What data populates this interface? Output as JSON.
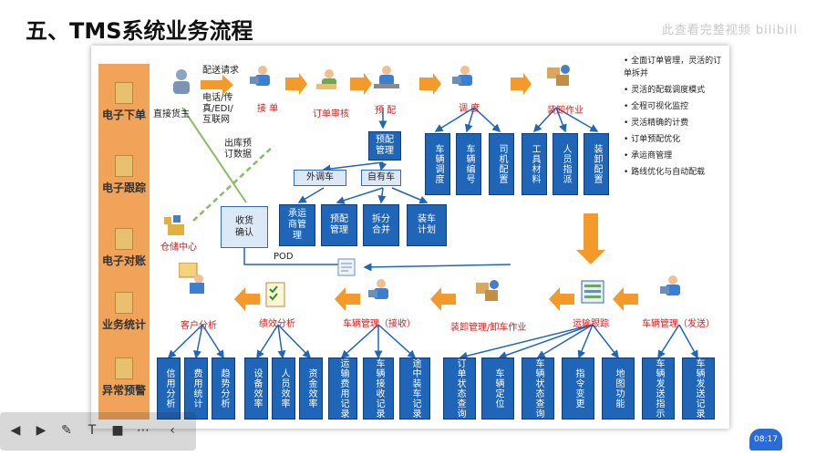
{
  "title": "五、TMS系统业务流程",
  "watermark": "此查看完整视频 bilibili",
  "left_bar": [
    "电子下单",
    "电子跟踪",
    "电子对账",
    "业务统计",
    "异常预警"
  ],
  "top_flow": {
    "direct_shipper": "直接货主",
    "dispatch_request": "配送请求",
    "channels": [
      "电话/传",
      "真/EDI/",
      "互联网"
    ],
    "receive_order": "接 单",
    "order_review": "订单审核",
    "pre_assign": "预 配",
    "dispatch": "调 度",
    "loading_ops": "装卸作业",
    "outbound_forecast": [
      "出库预",
      "订数据"
    ]
  },
  "dispatch_boxes": [
    "车辆调度",
    "车辆编号",
    "司机配置",
    "工具材料",
    "人员指派",
    "装卸配置"
  ],
  "pre_assign_boxes": {
    "pre_assign_mgmt": [
      "预配",
      "管理"
    ],
    "outsourced": "外调车",
    "own_vehicle": "自有车",
    "carrier_mgmt": [
      "承运",
      "商管",
      "理"
    ],
    "preload_mgmt": [
      "预配",
      "管理"
    ],
    "split_merge": [
      "拆分",
      "合并"
    ],
    "loading_plan": [
      "装车",
      "计划"
    ]
  },
  "warehouse": "仓储中心",
  "receipt_confirm": [
    "收货",
    "确认"
  ],
  "pod": "POD",
  "bullets": [
    "• 全面订单管理，灵活的订单拆并",
    "• 灵活的配载调度模式",
    "• 全程可视化监控",
    "• 灵活精确的计费",
    "• 订单预配优化",
    "• 承运商管理",
    "• 路线优化与自动配载"
  ],
  "bottom_flow": {
    "customer_analysis": "客户分析",
    "performance_analysis": "绩效分析",
    "vehicle_mgmt_receive": "车辆管理（接收）",
    "loading_unloading": "装卸管理/卸车作业",
    "transport_tracking": "运输跟踪",
    "vehicle_mgmt_send": "车辆管理（发送）"
  },
  "bottom_boxes": [
    "信用分析",
    "费用统计",
    "趋势分析",
    "设备效率",
    "人员效率",
    "资金效率",
    "运输费用记录",
    "车辆接收记录",
    "途中装车记录",
    "订单状态查询",
    "车辆定位",
    "车辆状态查询",
    "指令变更",
    "地图功能",
    "车辆发送指示",
    "车辆发送记录"
  ],
  "player": {
    "time": "08:17"
  },
  "colors": {
    "accent_blue": "#1f66b8",
    "arrow_orange": "#f39a2a",
    "left_bar": "#f2a35a"
  }
}
